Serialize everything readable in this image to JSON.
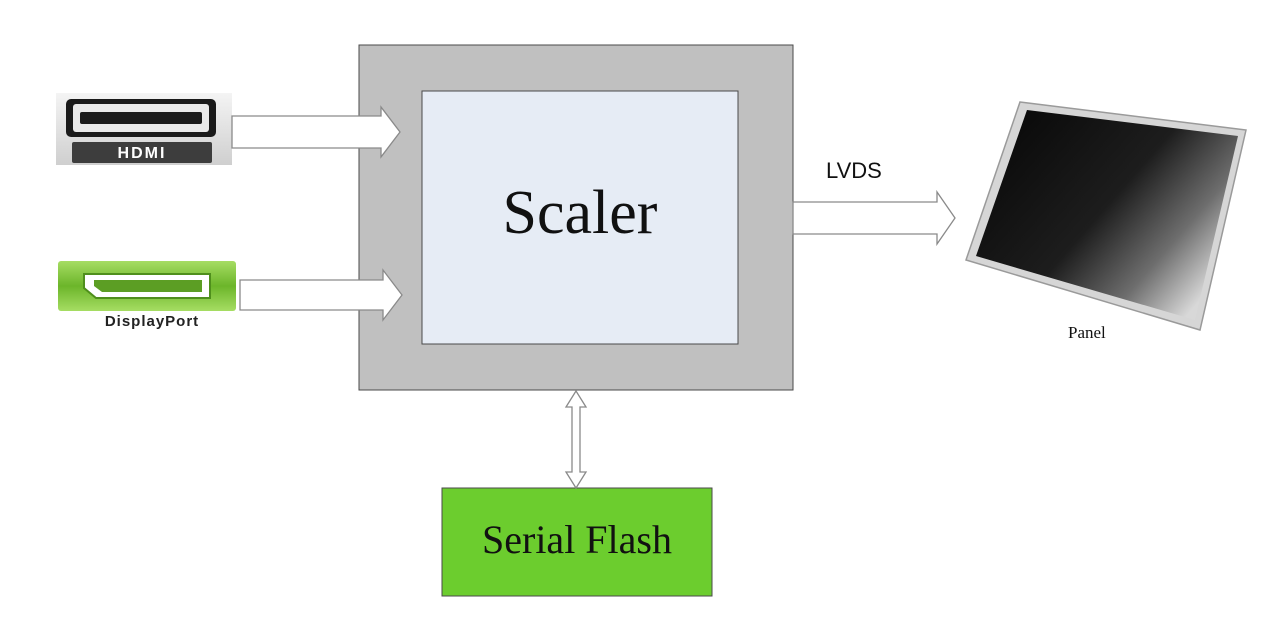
{
  "diagram": {
    "scaler": {
      "label": "Scaler",
      "outer_color": "#c0c0c0",
      "inner_color": "#e6ecf5"
    },
    "serial_flash": {
      "label": "Serial Flash",
      "color": "#6ccd2e"
    },
    "link_label": "LVDS",
    "panel": {
      "label": "Panel"
    },
    "inputs": [
      {
        "label": "HDMI",
        "icon": "hdmi-connector-icon"
      },
      {
        "label": "DisplayPort",
        "icon": "displayport-connector-icon",
        "color": "#7cc23a"
      }
    ],
    "arrows": [
      {
        "from": "HDMI",
        "to": "Scaler",
        "direction": "right"
      },
      {
        "from": "DisplayPort",
        "to": "Scaler",
        "direction": "right"
      },
      {
        "from": "Scaler",
        "to": "Panel",
        "direction": "right"
      },
      {
        "from": "Scaler",
        "to": "Serial Flash",
        "direction": "bidirectional"
      }
    ]
  }
}
